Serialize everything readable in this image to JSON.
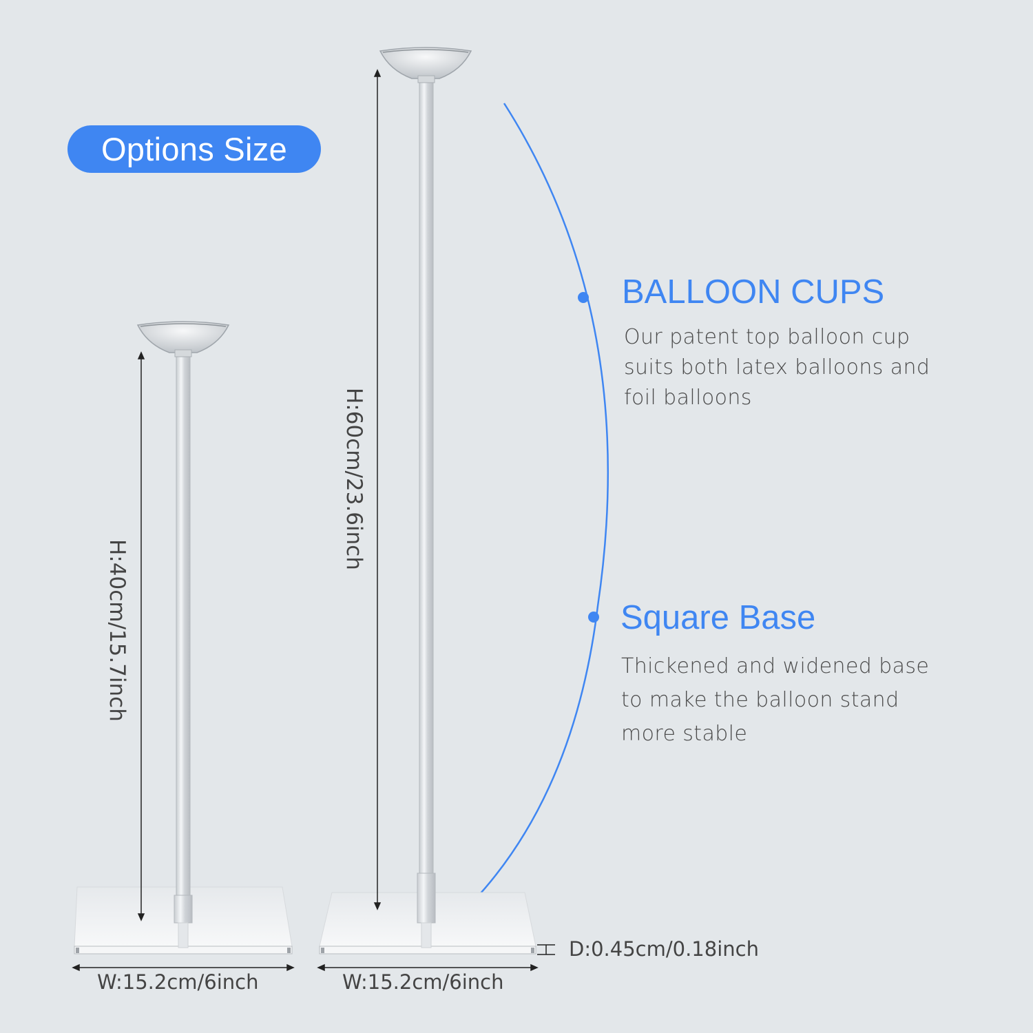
{
  "badge": {
    "label": "Options Size"
  },
  "features": {
    "cups": {
      "title": "BALLOON CUPS",
      "lines": [
        "Our patent top balloon cup",
        "suits both latex balloons and",
        "foil balloons"
      ]
    },
    "base": {
      "title": "Square Base",
      "lines": [
        "Thickened and widened base",
        "to make the balloon stand",
        "more stable"
      ]
    }
  },
  "dimensions": {
    "small_height": "H:40cm/15.7inch",
    "large_height": "H:60cm/23.6inch",
    "small_width": "W:15.2cm/6inch",
    "large_width": "W:15.2cm/6inch",
    "depth": "D:0.45cm/0.18inch"
  },
  "colors": {
    "accent": "#3f86f2",
    "background": "#e3e7ea",
    "text": "#444444"
  }
}
